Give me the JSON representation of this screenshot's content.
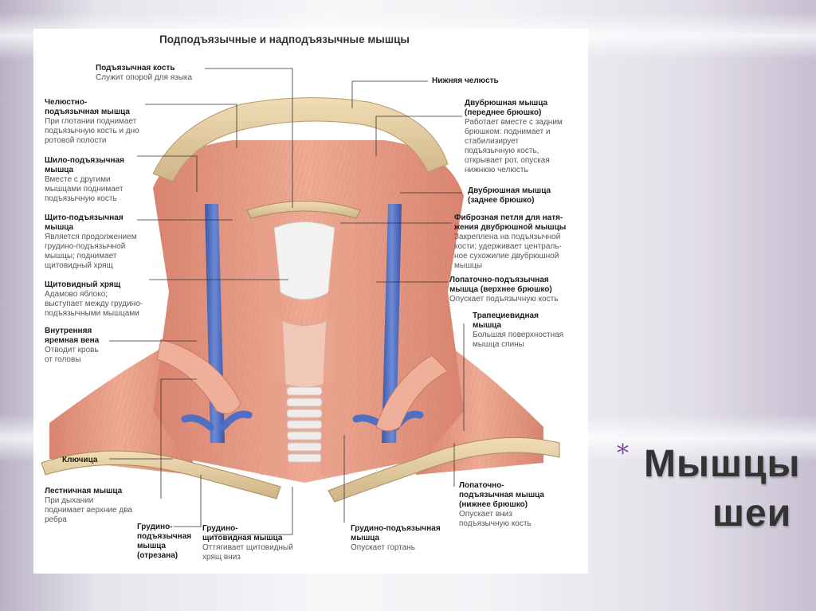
{
  "diagram": {
    "title": "Подподъязычные и надподъязычные мышцы",
    "labels": {
      "hyoid_bone": {
        "name": "Подъязычная кость",
        "desc": "Служит опорой для языка"
      },
      "mylohyoid": {
        "name": "Челюстно-\nподъязычная мышца",
        "desc": "При глотании поднимает\nподъязычную кость и дно\nротовой полости"
      },
      "stylohyoid": {
        "name": "Шило-подъязычная\nмышца",
        "desc": "Вместе с другими\nмышцами поднимает\nподъязычную кость"
      },
      "thyrohyoid": {
        "name": "Щито-подъязычная\nмышца",
        "desc": "Является продолжением\nгрудино-подъязычной\nмышцы; поднимает\nщитовидный хрящ"
      },
      "thyroid_cartilage": {
        "name": "Щитовидный хрящ",
        "desc": "Адамово яблоко;\nвыступает между грудино-\nподъязычными мышцами"
      },
      "internal_jugular": {
        "name": "Внутренняя\nяремная вена",
        "desc": "Отводит кровь\nот головы"
      },
      "clavicle": {
        "name": "Ключица",
        "desc": ""
      },
      "scalene": {
        "name": "Лестничная мышца",
        "desc": "При дыхании\nподнимает верхние два\nребра"
      },
      "sternohyoid_cut": {
        "name": "Грудино-\nподъязычная\nмышца\n(отрезана)",
        "desc": ""
      },
      "sternothyroid": {
        "name": "Грудино-\nщитовидная мышца",
        "desc": "Оттягивает щитовидный\nхрящ вниз"
      },
      "sternohyoid": {
        "name": "Грудино-подъязычная\nмышца",
        "desc": "Опускает гортань"
      },
      "mandible": {
        "name": "Нижняя челюсть",
        "desc": ""
      },
      "digastric_anterior": {
        "name": "Двубрюшная мышца\n(переднее брюшко)",
        "desc": "Работает вместе с задним\nбрюшком: поднимает и\nстабилизирует\nподъязычную кость,\nоткрывает рот, опуская\nнижнюю челюсть"
      },
      "digastric_posterior": {
        "name": "Двубрюшная мышца\n(заднее брюшко)",
        "desc": ""
      },
      "fibrous_loop": {
        "name": "Фиброзная петля для натя-\nжения двубрюшной мышцы",
        "desc": "Закреплена на подъязычной\nкости; удерживает централь-\nное сухожилие двубрюшной\nмышцы"
      },
      "omohyoid_superior": {
        "name": "Лопаточно-подъязычная\nмышца (верхнее брюшко)",
        "desc": "Опускает подъязычную кость"
      },
      "trapezius": {
        "name": "Трапециевидная\nмышца",
        "desc": "Большая поверхностная\nмышца спины"
      },
      "omohyoid_inferior": {
        "name": "Лопаточно-\nподъязычная мышца\n(нижнее брюшко)",
        "desc": "Опускает вниз\nподъязычную кость"
      }
    }
  },
  "slide": {
    "bullet": "*",
    "title_line1": "Мышцы",
    "title_line2": "шеи",
    "accent_color": "#7b4f9c"
  },
  "colors": {
    "muscle": "#e59a82",
    "muscle_dark": "#c96f58",
    "bone": "#e6d0a8",
    "vein": "#4f6fc2",
    "cartilage": "#f1eeee"
  }
}
